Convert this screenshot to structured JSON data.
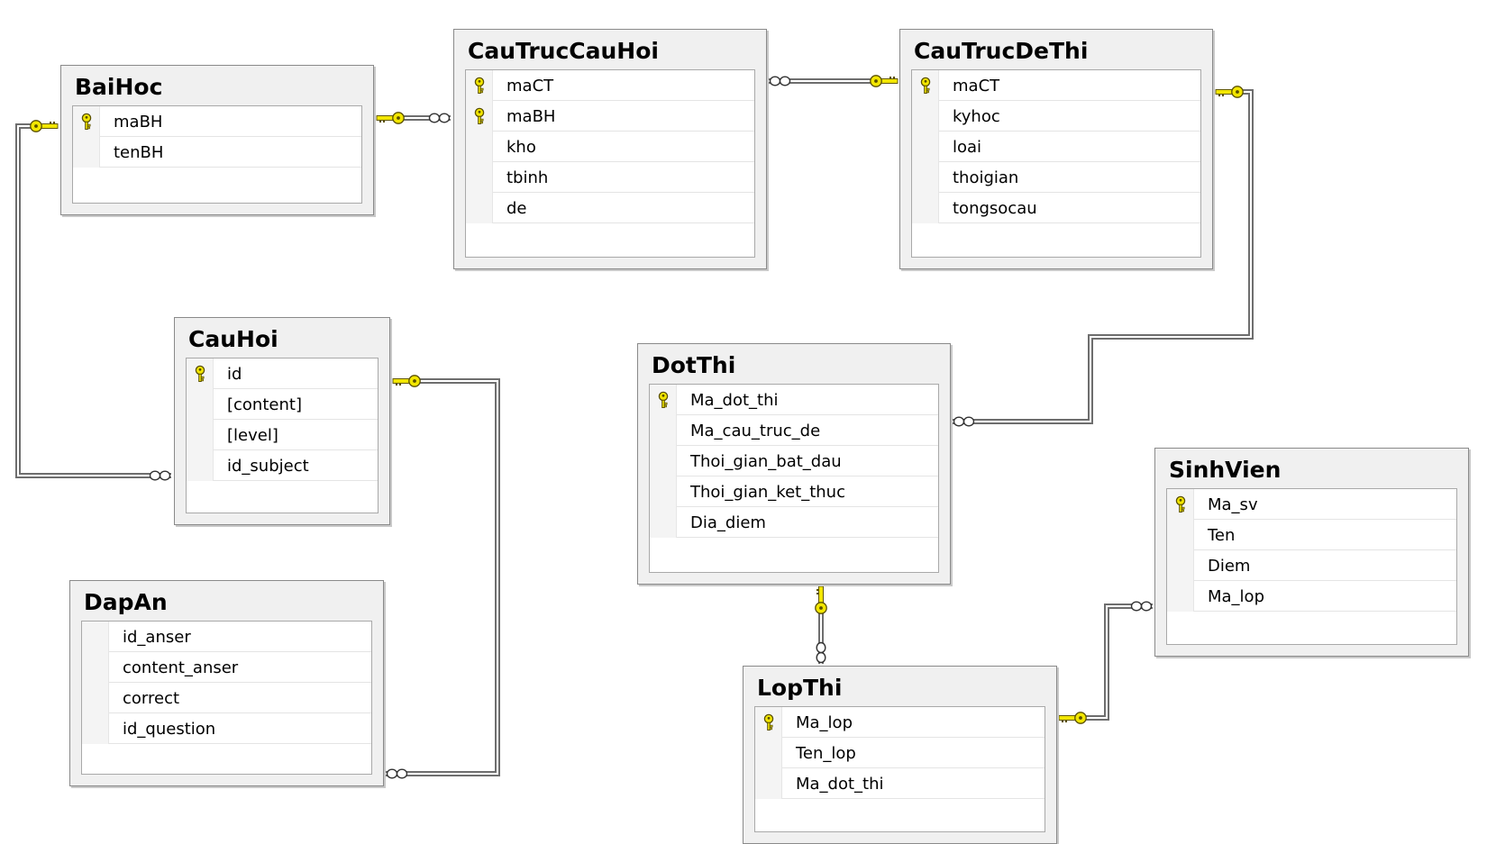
{
  "tables": [
    {
      "name": "BaiHoc",
      "columns": [
        {
          "name": "maBH",
          "pk": true
        },
        {
          "name": "tenBH",
          "pk": false
        }
      ]
    },
    {
      "name": "CauTrucCauHoi",
      "columns": [
        {
          "name": "maCT",
          "pk": true
        },
        {
          "name": "maBH",
          "pk": true
        },
        {
          "name": "kho",
          "pk": false
        },
        {
          "name": "tbinh",
          "pk": false
        },
        {
          "name": "de",
          "pk": false
        }
      ]
    },
    {
      "name": "CauTrucDeThi",
      "columns": [
        {
          "name": "maCT",
          "pk": true
        },
        {
          "name": "kyhoc",
          "pk": false
        },
        {
          "name": "loai",
          "pk": false
        },
        {
          "name": "thoigian",
          "pk": false
        },
        {
          "name": "tongsocau",
          "pk": false
        }
      ]
    },
    {
      "name": "CauHoi",
      "columns": [
        {
          "name": "id",
          "pk": true
        },
        {
          "name": "[content]",
          "pk": false
        },
        {
          "name": "[level]",
          "pk": false
        },
        {
          "name": "id_subject",
          "pk": false
        }
      ]
    },
    {
      "name": "DotThi",
      "columns": [
        {
          "name": "Ma_dot_thi",
          "pk": true
        },
        {
          "name": "Ma_cau_truc_de",
          "pk": false
        },
        {
          "name": "Thoi_gian_bat_dau",
          "pk": false
        },
        {
          "name": "Thoi_gian_ket_thuc",
          "pk": false
        },
        {
          "name": "Dia_diem",
          "pk": false
        }
      ]
    },
    {
      "name": "SinhVien",
      "columns": [
        {
          "name": "Ma_sv",
          "pk": true
        },
        {
          "name": "Ten",
          "pk": false
        },
        {
          "name": "Diem",
          "pk": false
        },
        {
          "name": "Ma_lop",
          "pk": false
        }
      ]
    },
    {
      "name": "DapAn",
      "columns": [
        {
          "name": "id_anser",
          "pk": false
        },
        {
          "name": "content_anser",
          "pk": false
        },
        {
          "name": "correct",
          "pk": false
        },
        {
          "name": "id_question",
          "pk": false
        }
      ]
    },
    {
      "name": "LopThi",
      "columns": [
        {
          "name": "Ma_lop",
          "pk": true
        },
        {
          "name": "Ten_lop",
          "pk": false
        },
        {
          "name": "Ma_dot_thi",
          "pk": false
        }
      ]
    }
  ],
  "relationships": [
    {
      "one": "BaiHoc",
      "many": "CauTrucCauHoi"
    },
    {
      "one": "CauTrucDeThi",
      "many": "CauTrucCauHoi"
    },
    {
      "one": "BaiHoc",
      "many": "CauHoi"
    },
    {
      "one": "CauHoi",
      "many": "DapAn"
    },
    {
      "one": "CauTrucDeThi",
      "many": "DotThi"
    },
    {
      "one": "DotThi",
      "many": "LopThi"
    },
    {
      "one": "LopThi",
      "many": "SinhVien"
    }
  ],
  "colors": {
    "key": "#f2e600",
    "key_outline": "#5a5000",
    "line": "#6e6e6e"
  }
}
